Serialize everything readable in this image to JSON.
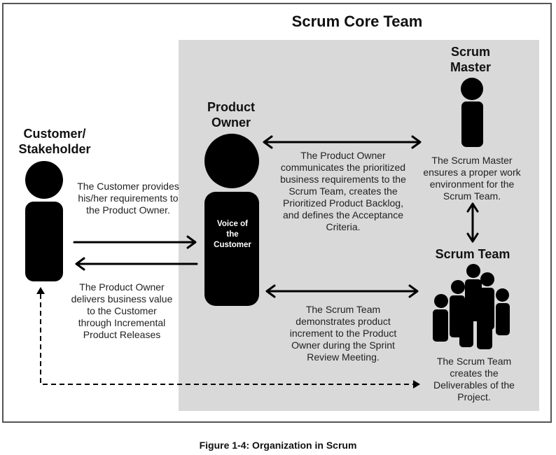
{
  "title": "Scrum Core Team",
  "roles": {
    "customer": "Customer/\nStakeholder",
    "product_owner": "Product\nOwner",
    "scrum_master": "Scrum\nMaster",
    "scrum_team": "Scrum Team"
  },
  "product_owner_label": "Voice of\nthe\nCustomer",
  "descriptions": {
    "customer_to_po": "The Customer provides his/her requirements to the Product Owner.",
    "po_to_customer": "The Product Owner delivers business value to the Customer through Incremental Product Releases",
    "po_to_team": "The Product Owner communicates the prioritized business requirements to the Scrum Team, creates the Prioritized Product Backlog, and defines the Acceptance Criteria.",
    "scrum_master": "The Scrum Master ensures a proper work environment for the Scrum Team.",
    "team_to_po": "The Scrum Team demonstrates product increment to the Product Owner during the Sprint Review Meeting.",
    "scrum_team": "The Scrum Team creates the Deliverables of the Project."
  },
  "caption": "Figure 1-4:  Organization in Scrum",
  "colors": {
    "core_background": "#d9d9d9",
    "figure": "#000000",
    "border": "#555555"
  }
}
